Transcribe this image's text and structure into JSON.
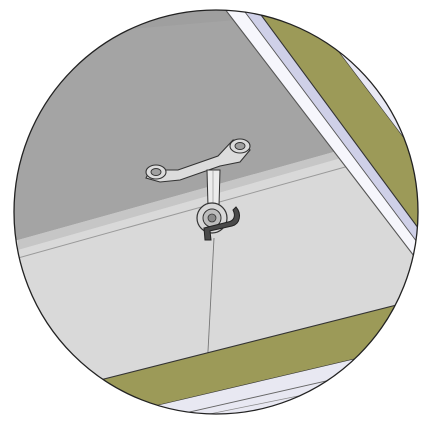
{
  "diagram": {
    "view": "circular-detail",
    "colors": {
      "background": "#ffffff",
      "outline": "#222222",
      "ceiling": "#a4a4a4",
      "wall_face": "#d9d9d9",
      "lower_band": "#e4e4e4",
      "insulation": "#9c9a58",
      "insulation_dark": "#777540",
      "beam_light": "#f6f6fc",
      "beam_shade": "#cfd0e8",
      "bracket": "#dcdcdc",
      "clip": "#4a4a4a"
    },
    "parts": [
      "ceiling-panel",
      "wall-panel",
      "panel-seam",
      "upper-insulation-strip",
      "lower-insulation-strip",
      "double-eye-bracket",
      "hanger-strap",
      "hook-clip"
    ]
  }
}
